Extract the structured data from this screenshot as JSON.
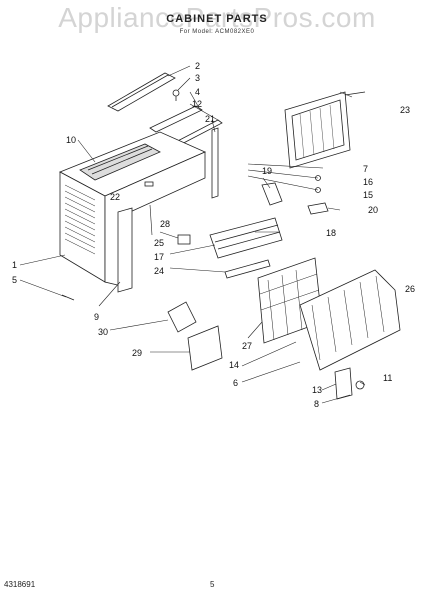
{
  "watermark": "AppliancePartsPros.com",
  "header": {
    "title": "CABINET PARTS",
    "subtitle": "For Model: ACM082XE0"
  },
  "callouts": [
    {
      "id": "c1",
      "label": "1"
    },
    {
      "id": "c2",
      "label": "2"
    },
    {
      "id": "c3",
      "label": "3"
    },
    {
      "id": "c4",
      "label": "4"
    },
    {
      "id": "c5",
      "label": "5"
    },
    {
      "id": "c6",
      "label": "6"
    },
    {
      "id": "c7",
      "label": "7"
    },
    {
      "id": "c8",
      "label": "8"
    },
    {
      "id": "c9",
      "label": "9"
    },
    {
      "id": "c10",
      "label": "10"
    },
    {
      "id": "c11",
      "label": "11"
    },
    {
      "id": "c12",
      "label": "12"
    },
    {
      "id": "c13",
      "label": "13"
    },
    {
      "id": "c14",
      "label": "14"
    },
    {
      "id": "c15",
      "label": "15"
    },
    {
      "id": "c16",
      "label": "16"
    },
    {
      "id": "c17",
      "label": "17"
    },
    {
      "id": "c18",
      "label": "18"
    },
    {
      "id": "c19",
      "label": "19"
    },
    {
      "id": "c20",
      "label": "20"
    },
    {
      "id": "c21",
      "label": "21"
    },
    {
      "id": "c22",
      "label": "22"
    },
    {
      "id": "c23",
      "label": "23"
    },
    {
      "id": "c24",
      "label": "24"
    },
    {
      "id": "c25",
      "label": "25"
    },
    {
      "id": "c26",
      "label": "26"
    },
    {
      "id": "c27",
      "label": "27"
    },
    {
      "id": "c28",
      "label": "28"
    },
    {
      "id": "c29",
      "label": "29"
    },
    {
      "id": "c30",
      "label": "30"
    }
  ],
  "footer": {
    "part_code": "4318691",
    "page_number": "5"
  }
}
